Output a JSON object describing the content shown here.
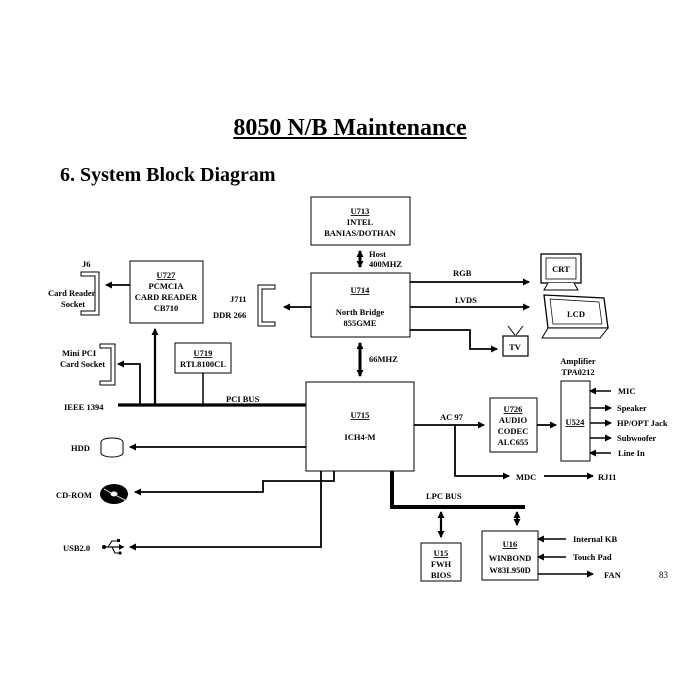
{
  "header": {
    "title": "8050 N/B Maintenance",
    "subtitle": "6. System Block Diagram"
  },
  "page_number": "83",
  "blocks": {
    "cpu": {
      "ref": "U713",
      "line1": "INTEL",
      "line2": "BANIAS/DOTHAN"
    },
    "northbridge": {
      "ref": "U714",
      "line1": "North Bridge",
      "line2": "855GME"
    },
    "southbridge": {
      "ref": "U715",
      "line1": "ICH4-M"
    },
    "pcmcia": {
      "ref": "U727",
      "line1": "PCMCIA",
      "line2": "CARD READER",
      "line3": "CB710"
    },
    "lan": {
      "ref": "U719",
      "line1": "RTL8100CL"
    },
    "audio": {
      "ref": "U726",
      "line1": "AUDIO",
      "line2": "CODEC",
      "line3": "ALC655"
    },
    "amplifier": {
      "ref": "U524",
      "label1": "Amplifier",
      "label2": "TPA0212"
    },
    "fwh": {
      "ref": "U15",
      "line1": "FWH",
      "line2": "BIOS"
    },
    "kbc": {
      "ref": "U16",
      "line1": "WINBOND",
      "line2": "W83L950D"
    }
  },
  "labels": {
    "host": "Host",
    "host_speed": "400MHZ",
    "hub_speed": "66MHZ",
    "rgb": "RGB",
    "lvds": "LVDS",
    "crt": "CRT",
    "lcd": "LCD",
    "tv": "TV",
    "j6": "J6",
    "card_reader_socket_1": "Card Reader",
    "card_reader_socket_2": "Socket",
    "j711": "J711",
    "ddr": "DDR 266",
    "mini_pci_1": "Mini PCI",
    "mini_pci_2": "Card Socket",
    "ieee1394": "IEEE 1394",
    "pci_bus": "PCI BUS",
    "hdd": "HDD",
    "cdrom": "CD-ROM",
    "usb": "USB2.0",
    "ac97": "AC 97",
    "mdc": "MDC",
    "rj11": "RJ11",
    "lpc_bus": "LPC BUS",
    "mic": "MIC",
    "speaker": "Speaker",
    "hp_opt": "HP/OPT Jack",
    "subwoofer": "Subwoofer",
    "line_in": "Line In",
    "internal_kb": "Internal KB",
    "touch_pad": "Touch Pad",
    "fan": "FAN"
  }
}
